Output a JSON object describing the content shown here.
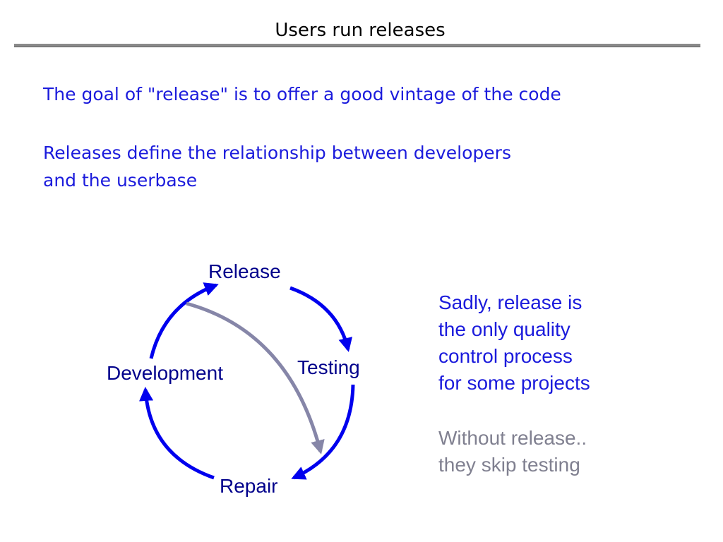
{
  "slide": {
    "title": "Users run releases",
    "bullet1": "The goal of \"release\" is to offer a good vintage of the code",
    "bullet2_line1": "Releases define the relationship between developers",
    "bullet2_line2": "and the userbase"
  },
  "cycle": {
    "release": "Release",
    "testing": "Testing",
    "repair": "Repair",
    "development": "Development"
  },
  "side_note": {
    "line1": "Sadly, release is",
    "line2": "the only quality",
    "line3": "control process",
    "line4": "for some projects",
    "aside_line1": "Without release..",
    "aside_line2": "they skip testing"
  },
  "colors": {
    "cycle_arrow": "#0000ee",
    "skip_arrow": "#8686a8",
    "bullet_text": "#1b1bdc",
    "label_text": "#00008b",
    "aside_text": "#808090"
  }
}
